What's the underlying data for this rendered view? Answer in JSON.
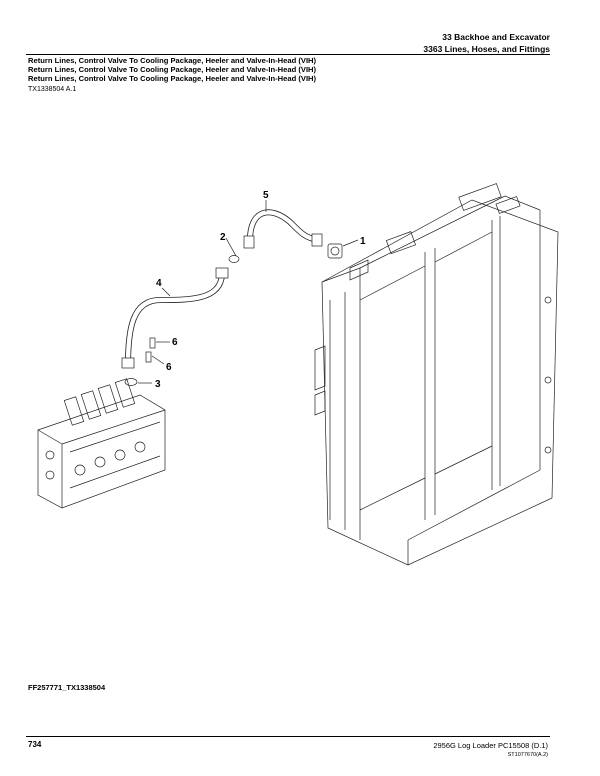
{
  "header": {
    "section": "33 Backhoe and Excavator",
    "subsection": "3363 Lines, Hoses, and Fittings"
  },
  "titles": [
    "Return Lines, Control Valve To Cooling Package, Heeler and Valve-In-Head (VIH)",
    "Return Lines, Control Valve To Cooling Package, Heeler and Valve-In-Head (VIH)",
    "Return Lines, Control Valve To Cooling Package, Heeler and Valve-In-Head (VIH)"
  ],
  "doc_id": "TX1338504 A.1",
  "callouts": [
    "1",
    "2",
    "3",
    "4",
    "5",
    "6",
    "6"
  ],
  "figure_id": "FF257771_TX1338504",
  "footer": {
    "page_number": "734",
    "model": "2956G Log Loader    PC15508    (D.1)",
    "code": "ST1077670(A.2)"
  }
}
